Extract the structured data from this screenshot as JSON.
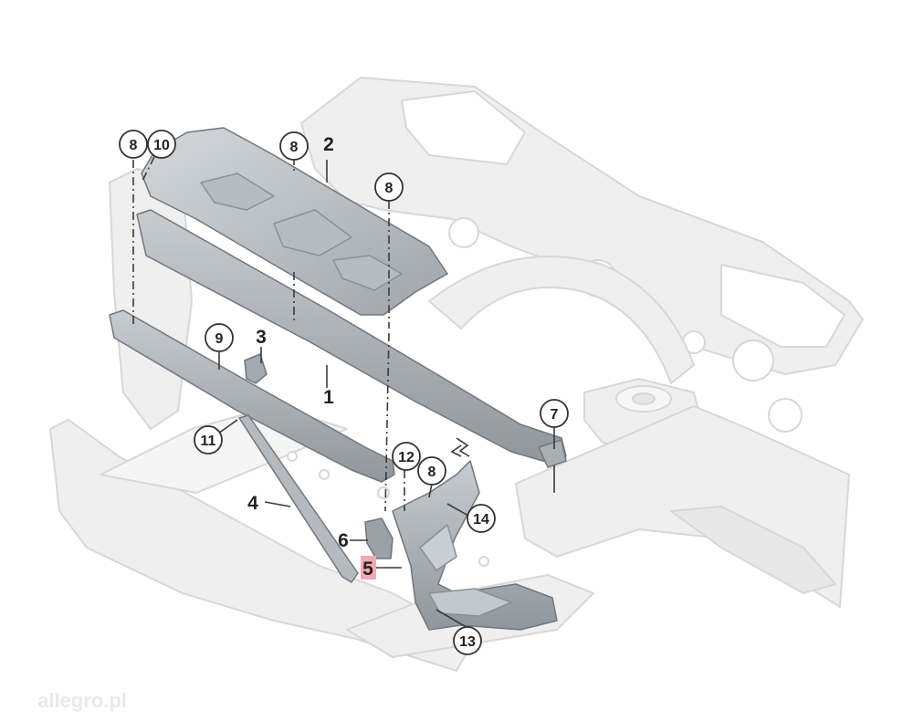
{
  "diagram": {
    "colors": {
      "background": "#ffffff",
      "body_outline": "#d7d7d7",
      "body_fill": "#efefef",
      "part_fill": "#a9b0b6",
      "part_stroke": "#70767c",
      "leader": "#3a3a3a",
      "callout_stroke": "#333333",
      "highlight": "#f2a9b4"
    },
    "callouts": {
      "c1": {
        "label": "1"
      },
      "c2": {
        "label": "2"
      },
      "c3": {
        "label": "3"
      },
      "c4": {
        "label": "4"
      },
      "c5": {
        "label": "5",
        "highlighted": true
      },
      "c6": {
        "label": "6"
      },
      "c7": {
        "label": "7"
      },
      "c8a": {
        "label": "8"
      },
      "c8b": {
        "label": "8"
      },
      "c8c": {
        "label": "8"
      },
      "c8d": {
        "label": "8"
      },
      "c9": {
        "label": "9"
      },
      "c10": {
        "label": "10"
      },
      "c11": {
        "label": "11"
      },
      "c12": {
        "label": "12"
      },
      "c13": {
        "label": "13"
      },
      "c14": {
        "label": "14"
      }
    },
    "watermark": {
      "text": "allegro.pl"
    }
  }
}
